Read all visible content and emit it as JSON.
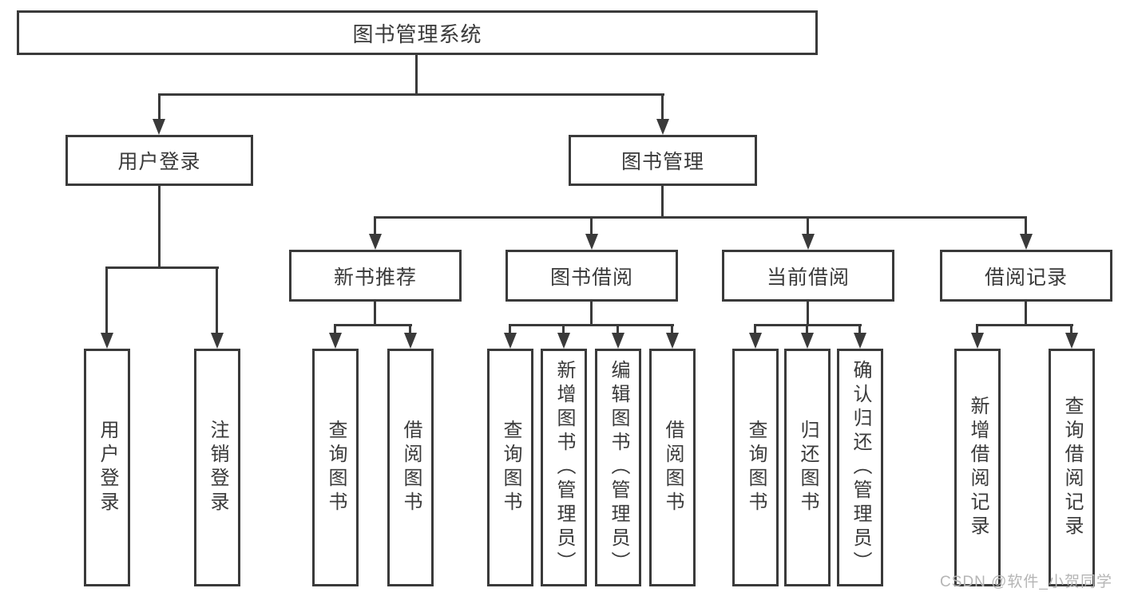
{
  "diagram": {
    "title_node": {
      "label": "图书管理系统"
    },
    "level2": [
      {
        "label": "用户登录"
      },
      {
        "label": "图书管理"
      }
    ],
    "level3": [
      {
        "label": "新书推荐"
      },
      {
        "label": "图书借阅"
      },
      {
        "label": "当前借阅"
      },
      {
        "label": "借阅记录"
      }
    ],
    "level4": {
      "user_login": [
        {
          "label": "用户登录"
        },
        {
          "label": "注销登录"
        }
      ],
      "new_book": [
        {
          "label": "查询图书"
        },
        {
          "label": "借阅图书"
        }
      ],
      "book_borrow": [
        {
          "label": "查询图书"
        },
        {
          "label": "新增图书（管理员）"
        },
        {
          "label": "编辑图书（管理员）"
        },
        {
          "label": "借阅图书"
        }
      ],
      "current_borrow": [
        {
          "label": "查询图书"
        },
        {
          "label": "归还图书"
        },
        {
          "label": "确认归还（管理员）"
        }
      ],
      "borrow_records": [
        {
          "label": "新增借阅记录"
        },
        {
          "label": "查询借阅记录"
        }
      ]
    }
  },
  "watermark": {
    "text": "CSDN @软件_小贺同学"
  },
  "colors": {
    "line": "#3a3a3a",
    "box_border": "#3a3a3a",
    "box_fill": "#ffffff",
    "text": "#3a3a3a",
    "watermark": "#b5b5b5"
  }
}
